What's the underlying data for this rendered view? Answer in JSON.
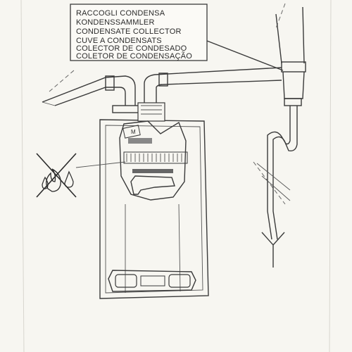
{
  "document": {
    "labels": [
      "RACCOGLI CONDENSA",
      "KONDENSSAMMLER",
      "CONDENSATE COLLECTOR",
      "CUVE A CONDENSATS",
      "COLECTOR DE CONDESADO",
      "COLETOR DE CONDENSAÇÃO"
    ],
    "boiler_small_label": "M",
    "colors": {
      "paper": "#f7f6f1",
      "ink": "#3a3a3a",
      "hatch_fill": "#8a8a8a"
    },
    "icons": [
      "no-open-flame-icon",
      "water-drops-icon"
    ]
  }
}
